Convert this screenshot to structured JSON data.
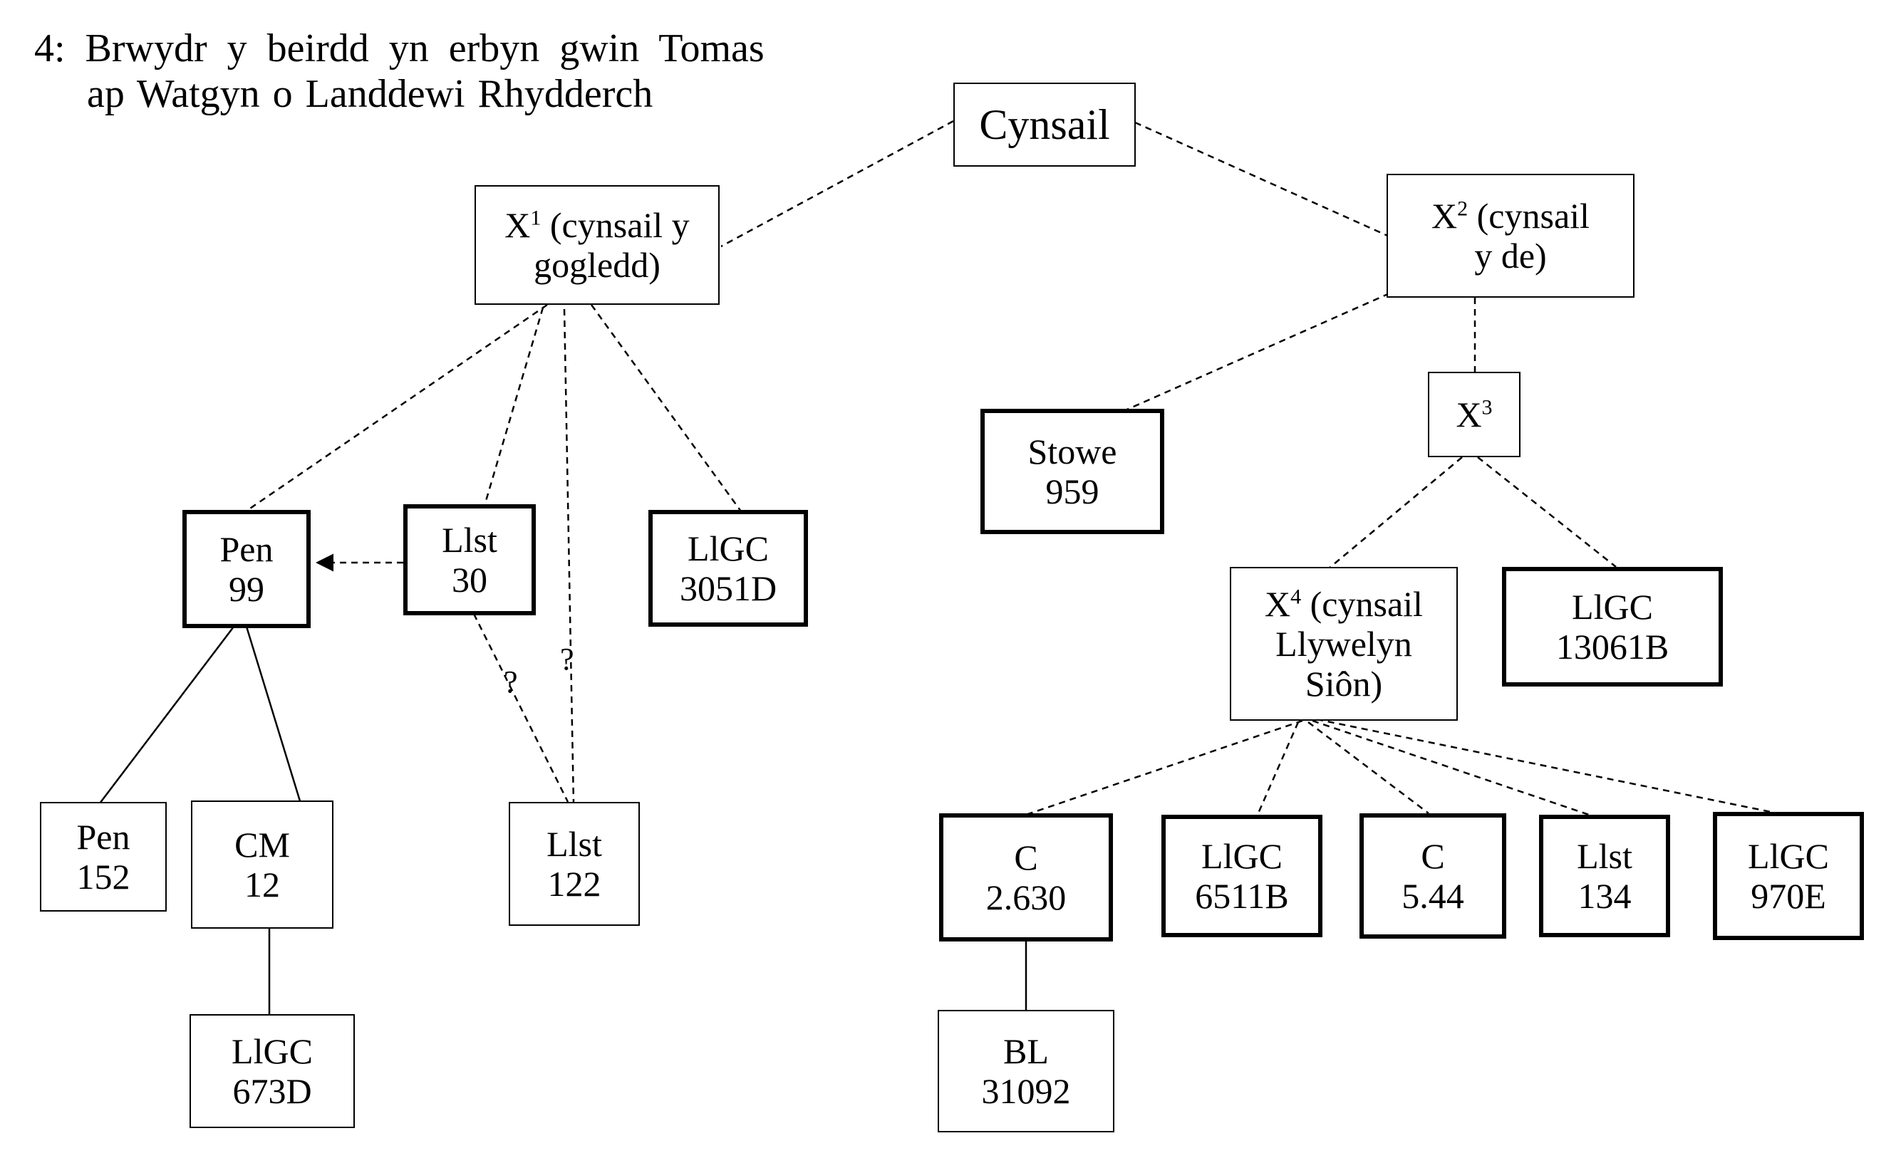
{
  "title": {
    "line1": "4:  Brwydr  y  beirdd  yn  erbyn  gwin  Tomas",
    "line2": "ap Watgyn o Landdewi  Rhydderch"
  },
  "nodes": {
    "cynsail": {
      "line1": "Cynsail"
    },
    "x1": {
      "base": "X",
      "sup": "1",
      "line1": " (cynsail y",
      "line2": "gogledd)"
    },
    "x2": {
      "base": "X",
      "sup": "2",
      "line1": " (cynsail",
      "line2": "y de)"
    },
    "x3": {
      "base": "X",
      "sup": "3"
    },
    "x4": {
      "base": "X",
      "sup": "4",
      "line1": " (cynsail",
      "line2": "Llywelyn",
      "line3": "Siôn)"
    },
    "pen99": {
      "line1": "Pen",
      "line2": "99"
    },
    "llst30": {
      "line1": "Llst",
      "line2": "30"
    },
    "llgc3051d": {
      "line1": "LlGC",
      "line2": "3051D"
    },
    "stowe959": {
      "line1": "Stowe",
      "line2": "959"
    },
    "llgc13061b": {
      "line1": "LlGC",
      "line2": "13061B"
    },
    "pen152": {
      "line1": "Pen",
      "line2": "152"
    },
    "cm12": {
      "line1": "CM",
      "line2": "12"
    },
    "llst122": {
      "line1": "Llst",
      "line2": "122"
    },
    "llgc673d": {
      "line1": "LlGC",
      "line2": "673D"
    },
    "c2630": {
      "line1": "C",
      "line2": "2.630"
    },
    "llgc6511b": {
      "line1": "LlGC",
      "line2": "6511B"
    },
    "c544": {
      "line1": "C",
      "line2": "5.44"
    },
    "llst134": {
      "line1": "Llst",
      "line2": "134"
    },
    "llgc970e": {
      "line1": "LlGC",
      "line2": "970E"
    },
    "bl31092": {
      "line1": "BL",
      "line2": "31092"
    }
  },
  "uncertain_marks": {
    "q1": "?",
    "q2": "?"
  }
}
